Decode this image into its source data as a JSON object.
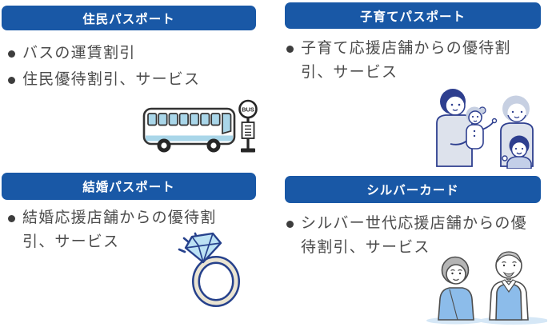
{
  "colors": {
    "header_bg": "#1958a6",
    "header_text": "#ffffff",
    "body_text": "#4b4b4b",
    "bullet_dot": "#3d3d3d",
    "illustration_navy": "#2e3f8f",
    "illustration_light_blue": "#a9d6e9",
    "illustration_gray": "#b5b5b5",
    "illustration_cloth_blue": "#8cbcea"
  },
  "cards": [
    {
      "title": "住民パスポート",
      "bullets": [
        "バスの運賃割引",
        "住民優待割引、サービス"
      ],
      "illustration": "bus-and-bus-stop"
    },
    {
      "title": "子育てパスポート",
      "bullets": [
        "子育て応援店舗からの優待割引、サービス"
      ],
      "illustration": "family-with-children"
    },
    {
      "title": "結婚パスポート",
      "bullets": [
        "結婚応援店舗からの優待割引、サービス"
      ],
      "illustration": "diamond-ring"
    },
    {
      "title": "シルバーカード",
      "bullets": [
        "シルバー世代応援店舗からの優待割引、サービス"
      ],
      "illustration": "elderly-couple"
    }
  ],
  "bus_stop_sign": {
    "label": "BUS"
  }
}
